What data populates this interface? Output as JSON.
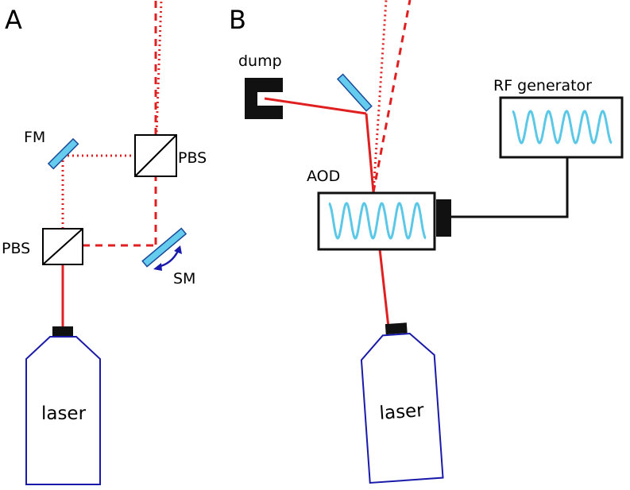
{
  "panels": {
    "A": {
      "panel_label": "A",
      "labels": {
        "fm": "FM",
        "pbs_top": "PBS",
        "pbs_bottom": "PBS",
        "sm": "SM",
        "laser": "laser"
      }
    },
    "B": {
      "panel_label": "B",
      "labels": {
        "dump": "dump",
        "rf_generator": "RF generator",
        "aod": "AOD",
        "laser": "laser"
      }
    }
  },
  "colors": {
    "beam": "#e02020",
    "mirror_fill": "#66ccee",
    "mirror_stroke": "#1a4a9a",
    "laser_outline": "#1a1aaa",
    "rotation_arrow": "#1a1aaa",
    "wave": "#5cc8e8",
    "black": "#111111"
  }
}
